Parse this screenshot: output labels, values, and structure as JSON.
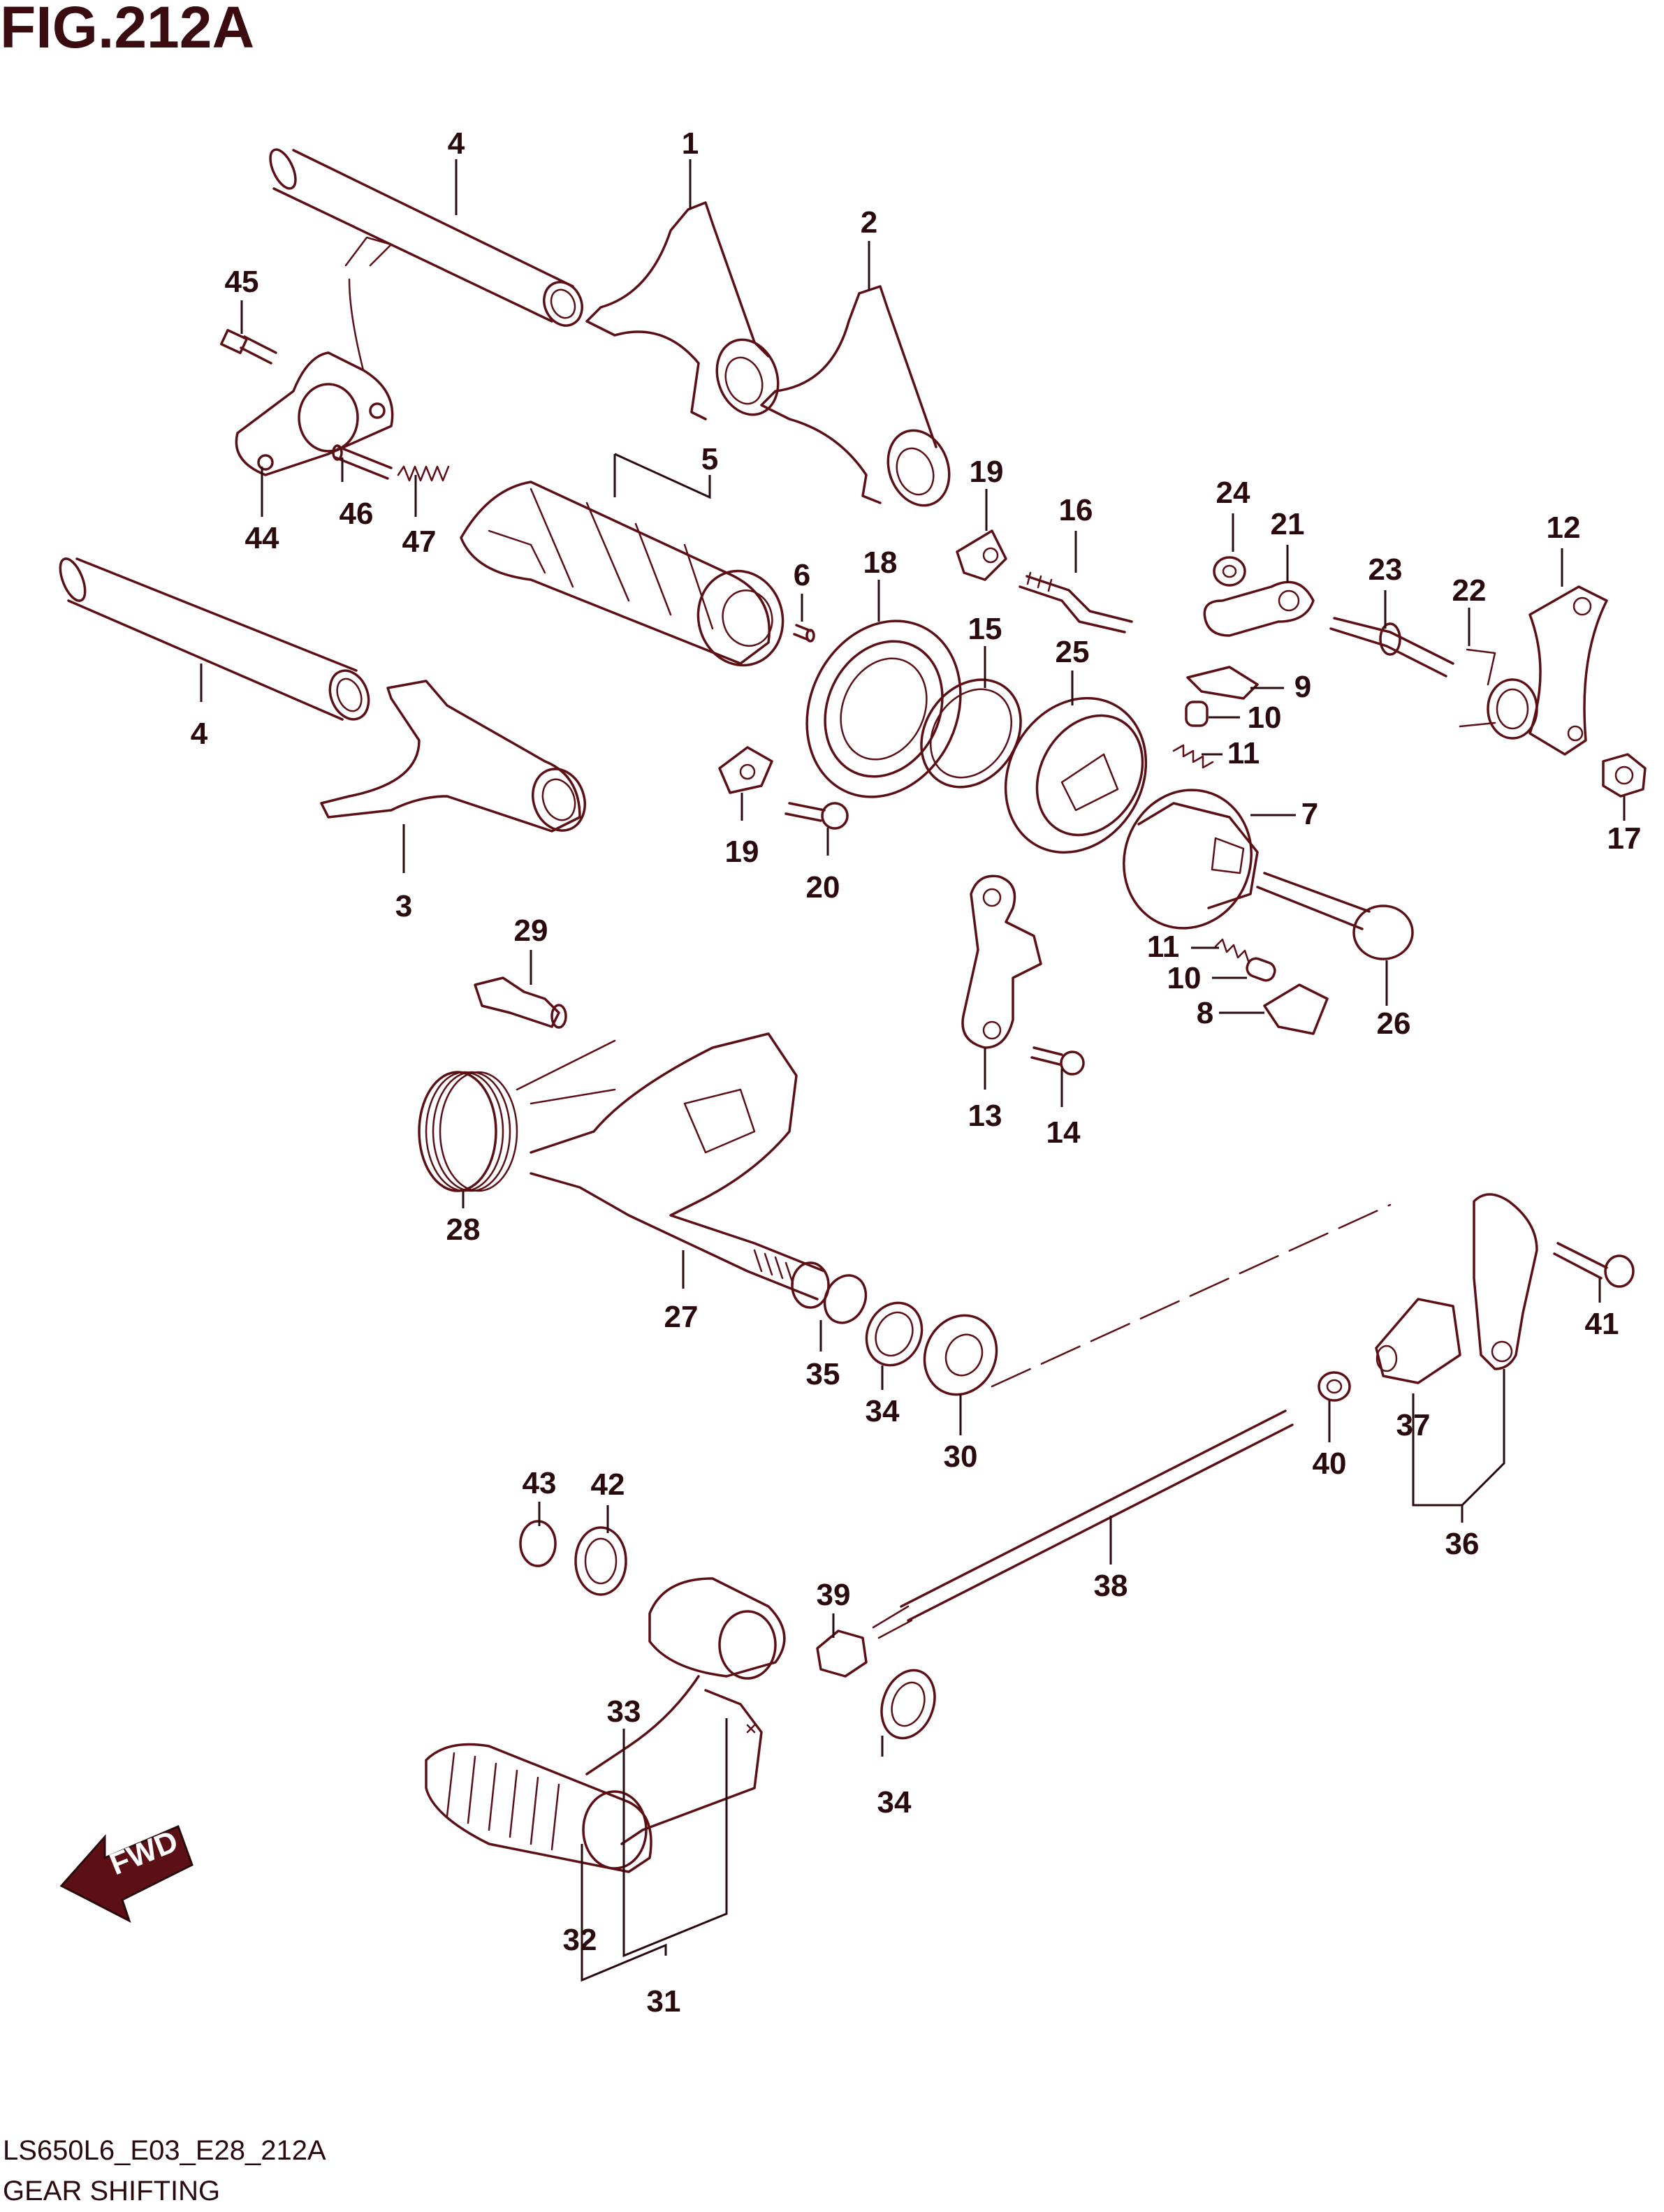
{
  "figure": {
    "title": "FIG.212A"
  },
  "footer": {
    "code": "LS650L6_E03_E28_212A",
    "caption": "GEAR SHIFTING"
  },
  "fwd_arrow": {
    "label": "FWD"
  },
  "colors": {
    "line": "#5c0f14",
    "text": "#2a0a0c",
    "background": "#ffffff"
  },
  "callouts": [
    {
      "id": "c1",
      "label": "1"
    },
    {
      "id": "c2",
      "label": "2"
    },
    {
      "id": "c3",
      "label": "3"
    },
    {
      "id": "c4a",
      "label": "4"
    },
    {
      "id": "c4b",
      "label": "4"
    },
    {
      "id": "c5",
      "label": "5"
    },
    {
      "id": "c6",
      "label": "6"
    },
    {
      "id": "c7",
      "label": "7"
    },
    {
      "id": "c8",
      "label": "8"
    },
    {
      "id": "c9",
      "label": "9"
    },
    {
      "id": "c10a",
      "label": "10"
    },
    {
      "id": "c10b",
      "label": "10"
    },
    {
      "id": "c11a",
      "label": "11"
    },
    {
      "id": "c11b",
      "label": "11"
    },
    {
      "id": "c12",
      "label": "12"
    },
    {
      "id": "c13",
      "label": "13"
    },
    {
      "id": "c14",
      "label": "14"
    },
    {
      "id": "c15",
      "label": "15"
    },
    {
      "id": "c16",
      "label": "16"
    },
    {
      "id": "c17",
      "label": "17"
    },
    {
      "id": "c18",
      "label": "18"
    },
    {
      "id": "c19a",
      "label": "19"
    },
    {
      "id": "c19b",
      "label": "19"
    },
    {
      "id": "c20",
      "label": "20"
    },
    {
      "id": "c21",
      "label": "21"
    },
    {
      "id": "c22",
      "label": "22"
    },
    {
      "id": "c23",
      "label": "23"
    },
    {
      "id": "c24",
      "label": "24"
    },
    {
      "id": "c25",
      "label": "25"
    },
    {
      "id": "c26",
      "label": "26"
    },
    {
      "id": "c27",
      "label": "27"
    },
    {
      "id": "c28",
      "label": "28"
    },
    {
      "id": "c29",
      "label": "29"
    },
    {
      "id": "c30",
      "label": "30"
    },
    {
      "id": "c31",
      "label": "31"
    },
    {
      "id": "c32",
      "label": "32"
    },
    {
      "id": "c33",
      "label": "33"
    },
    {
      "id": "c34a",
      "label": "34"
    },
    {
      "id": "c34b",
      "label": "34"
    },
    {
      "id": "c35",
      "label": "35"
    },
    {
      "id": "c36",
      "label": "36"
    },
    {
      "id": "c37",
      "label": "37"
    },
    {
      "id": "c38",
      "label": "38"
    },
    {
      "id": "c39",
      "label": "39"
    },
    {
      "id": "c40",
      "label": "40"
    },
    {
      "id": "c41",
      "label": "41"
    },
    {
      "id": "c42",
      "label": "42"
    },
    {
      "id": "c43",
      "label": "43"
    },
    {
      "id": "c44",
      "label": "44"
    },
    {
      "id": "c45",
      "label": "45"
    },
    {
      "id": "c46",
      "label": "46"
    },
    {
      "id": "c47",
      "label": "47"
    }
  ]
}
